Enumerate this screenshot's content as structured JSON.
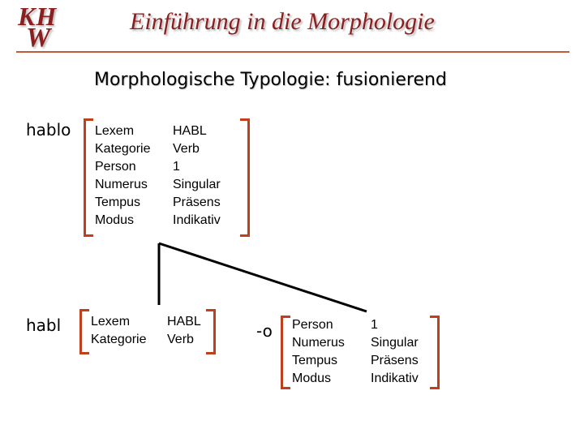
{
  "header": {
    "logo_line1": "KH",
    "logo_line2": "W",
    "title": "Einführung in die Morphologie"
  },
  "slide_title": "Morphologische Typologie: fusionierend",
  "word_form": "hablo",
  "stem": "habl",
  "suffix": "-o",
  "full_matrix": {
    "features": [
      "Lexem",
      "Kategorie",
      "Person",
      "Numerus",
      "Tempus",
      "Modus"
    ],
    "values": [
      "HABL",
      "Verb",
      "1",
      "Singular",
      "Präsens",
      "Indikativ"
    ]
  },
  "stem_matrix": {
    "features": [
      "Lexem",
      "Kategorie"
    ],
    "values": [
      "HABL",
      "Verb"
    ]
  },
  "suffix_matrix": {
    "features": [
      "Person",
      "Numerus",
      "Tempus",
      "Modus"
    ],
    "values": [
      "1",
      "Singular",
      "Präsens",
      "Indikativ"
    ]
  },
  "colors": {
    "bracket": "#c0401e",
    "header": "#8b1e1e",
    "rule": "#c45a3a"
  }
}
